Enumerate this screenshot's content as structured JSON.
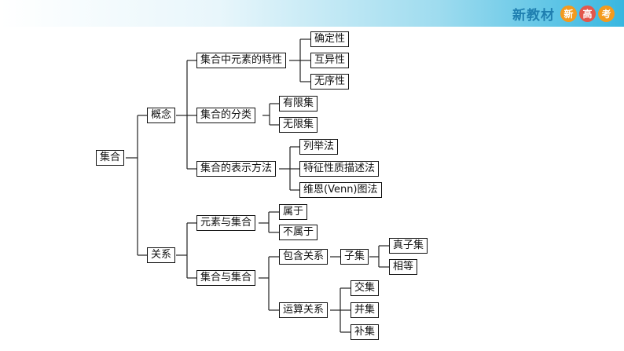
{
  "header": {
    "brand": "新教材",
    "badges": [
      "新",
      "高",
      "考"
    ]
  },
  "diagram": {
    "root": "集合",
    "concept": "概念",
    "relation": "关系",
    "characteristics": "集合中元素的特性",
    "determinacy": "确定性",
    "distinctness": "互异性",
    "unordered": "无序性",
    "classification": "集合的分类",
    "finite": "有限集",
    "infinite": "无限集",
    "representation": "集合的表示方法",
    "listing": "列举法",
    "description": "特征性质描述法",
    "venn": "维恩(Venn)图法",
    "elem_set": "元素与集合",
    "belongs": "属于",
    "not_belongs": "不属于",
    "set_set": "集合与集合",
    "inclusion": "包含关系",
    "subset": "子集",
    "proper_subset": "真子集",
    "equal": "相等",
    "operation": "运算关系",
    "intersection": "交集",
    "union": "并集",
    "complement": "补集"
  }
}
